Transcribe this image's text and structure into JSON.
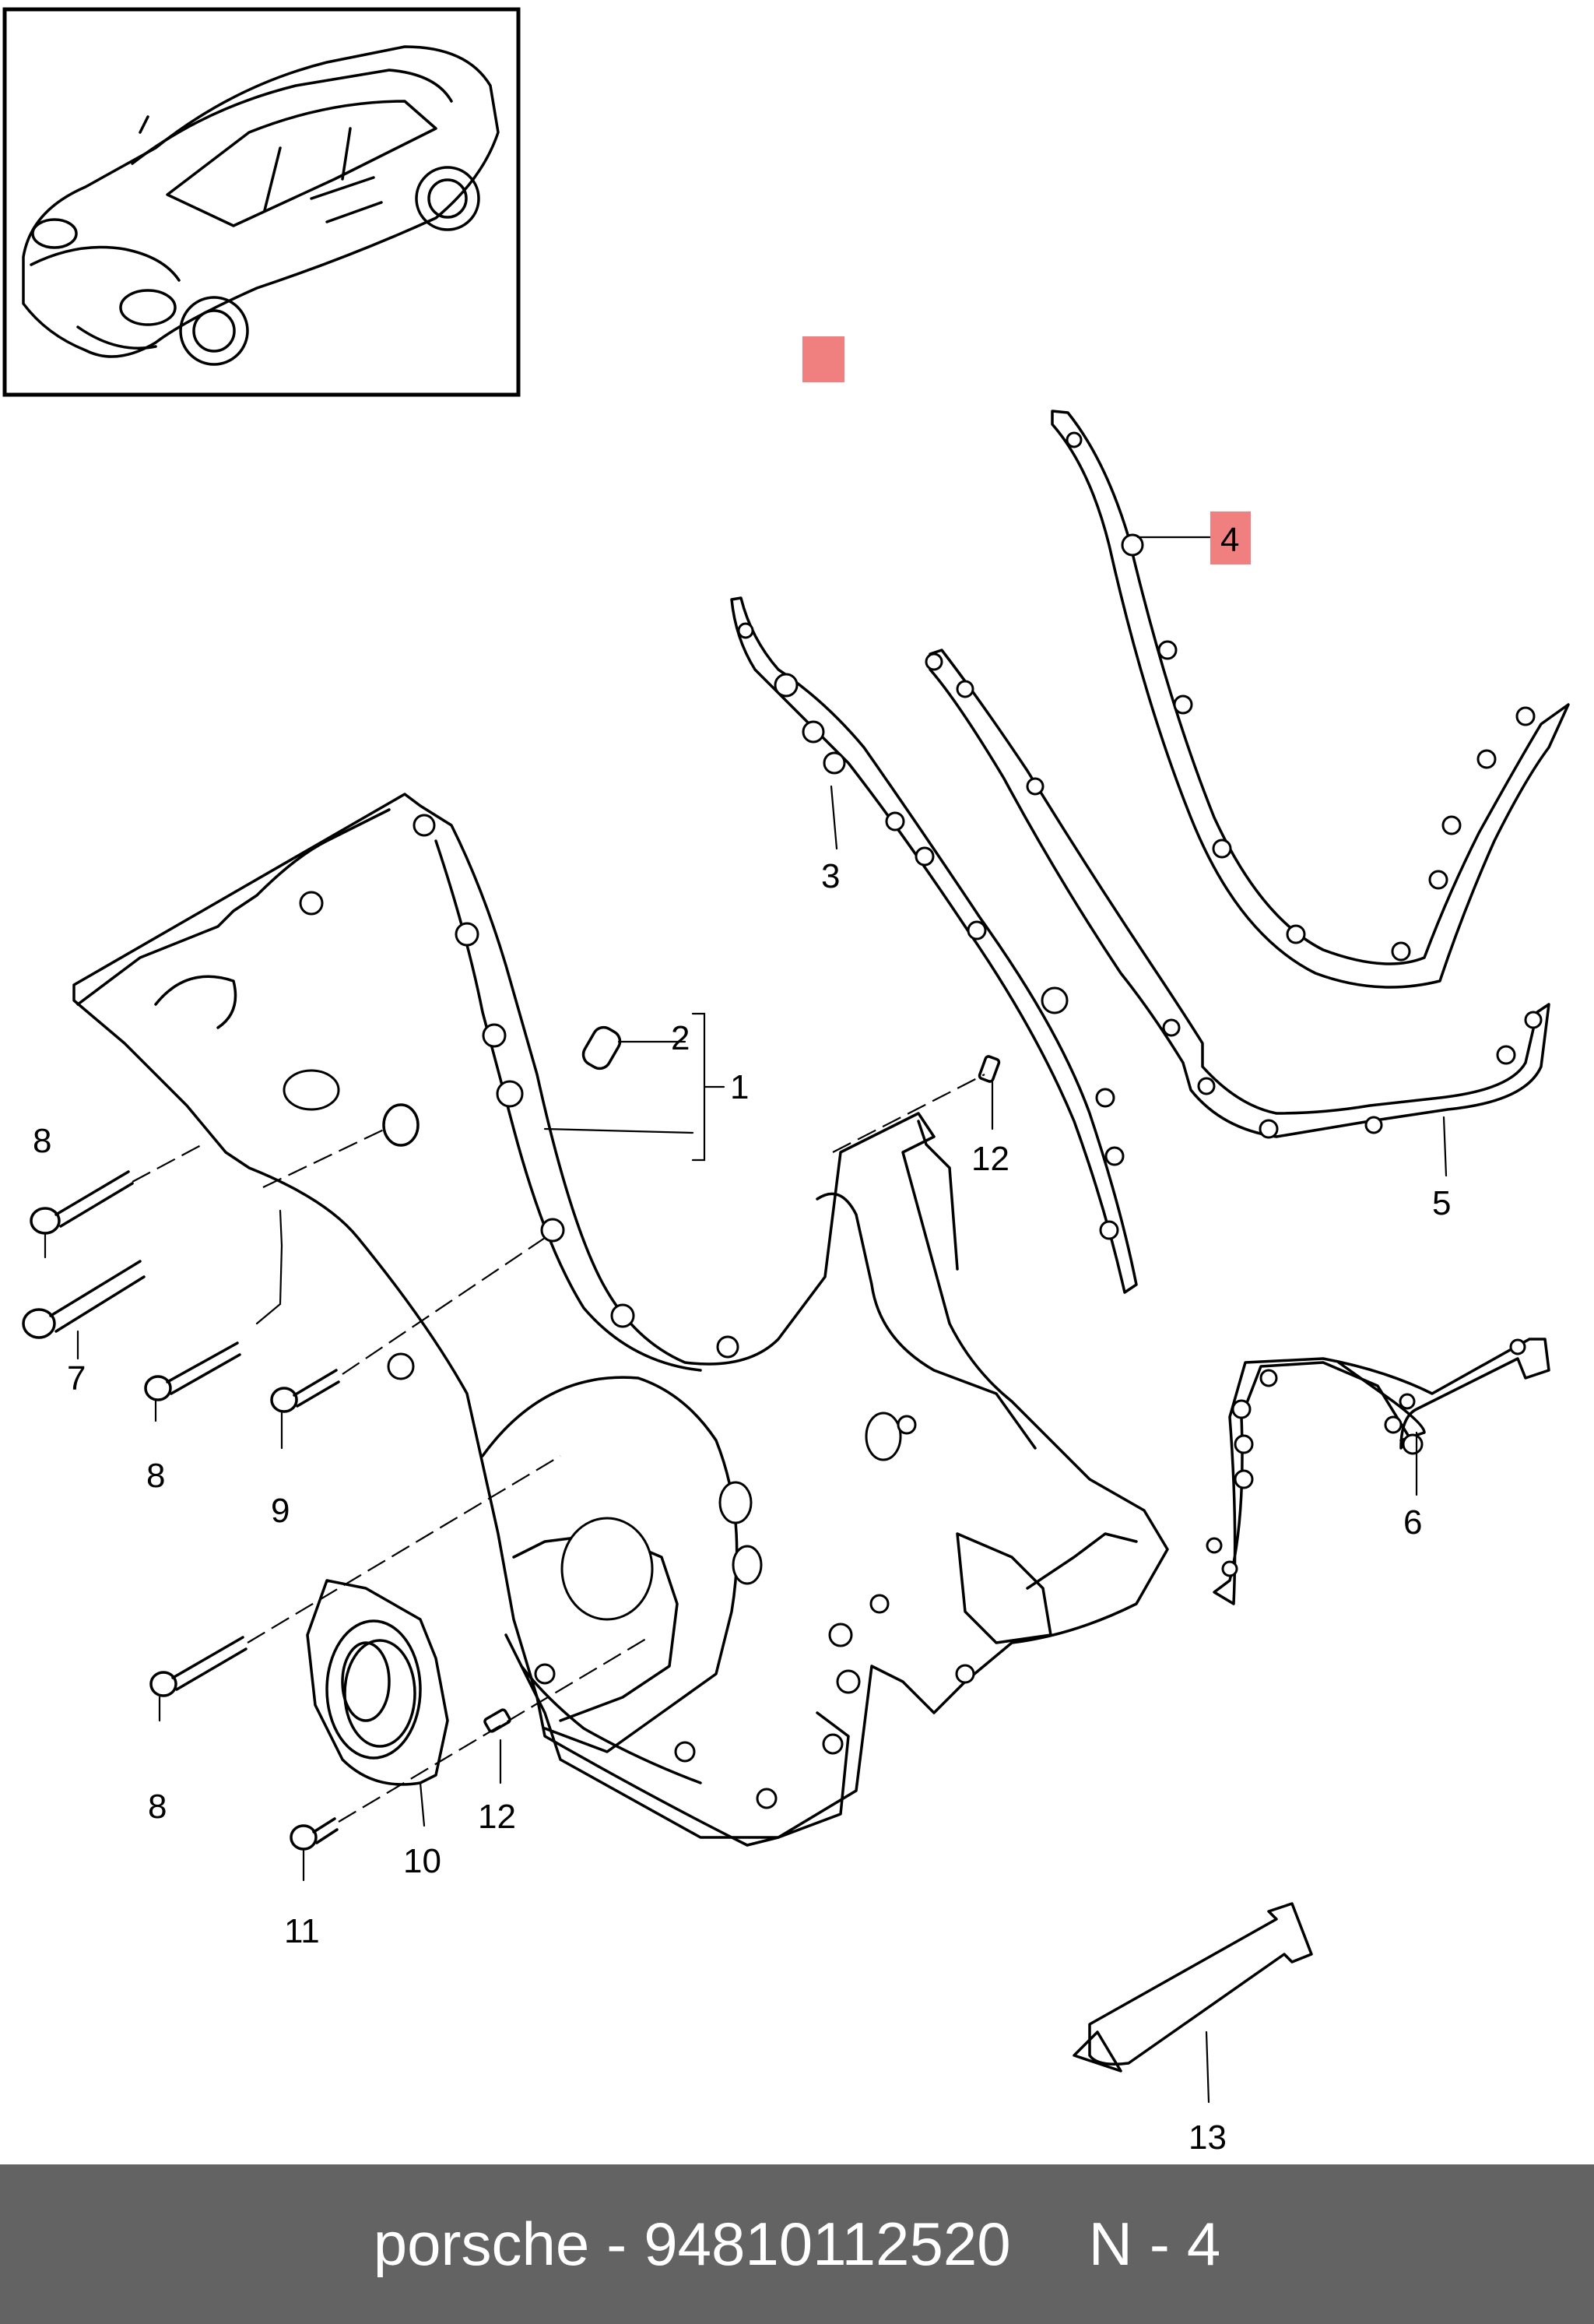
{
  "callouts": [
    "1",
    "2",
    "3",
    "4",
    "5",
    "6",
    "7",
    "8",
    "9",
    "10",
    "11",
    "12",
    "13"
  ],
  "highlight_color": "#f08080",
  "footer": {
    "brand": "porsche",
    "separator": "-",
    "part_number": "94810112520",
    "ref_label": "N",
    "ref_separator": "-",
    "ref_number": "4"
  }
}
